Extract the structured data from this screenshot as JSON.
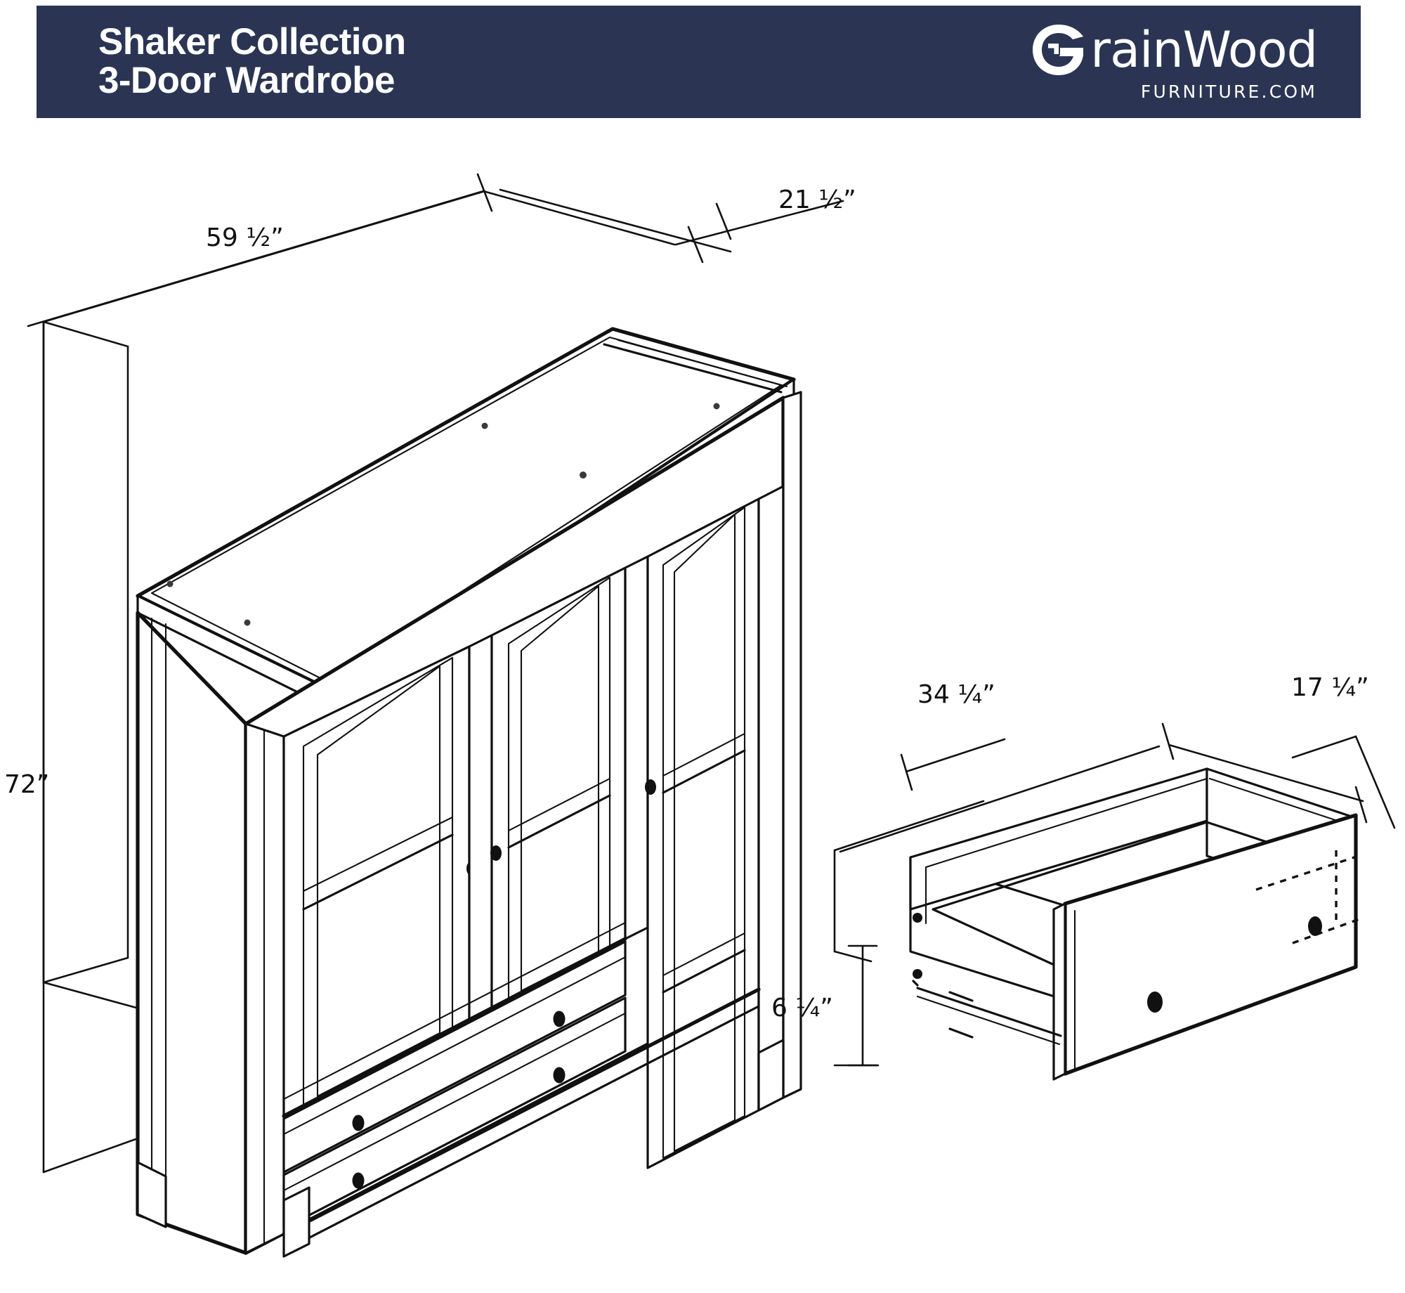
{
  "header": {
    "title_line1": "Shaker Collection",
    "title_line2": "3-Door Wardrobe",
    "brand_part1": "rain",
    "brand_part2": "Wood",
    "brand_tagline": "FURNITURE.COM",
    "banner_color": "#2b3553",
    "text_color": "#ffffff"
  },
  "dimensions": {
    "wardrobe_width": "59 ½”",
    "wardrobe_depth": "21 ½”",
    "wardrobe_height": "72”",
    "drawer_width": "34 ¼”",
    "drawer_depth": "17 ¼”",
    "drawer_height": "6 ¼”"
  },
  "drawing": {
    "line_color": "#111111",
    "background": "#ffffff",
    "wardrobe_label": "3-Door Wardrobe isometric view",
    "drawer_label": "Drawer detail isometric view",
    "door_count": 3,
    "drawer_count": 2,
    "knobs_per_drawer": 2
  }
}
